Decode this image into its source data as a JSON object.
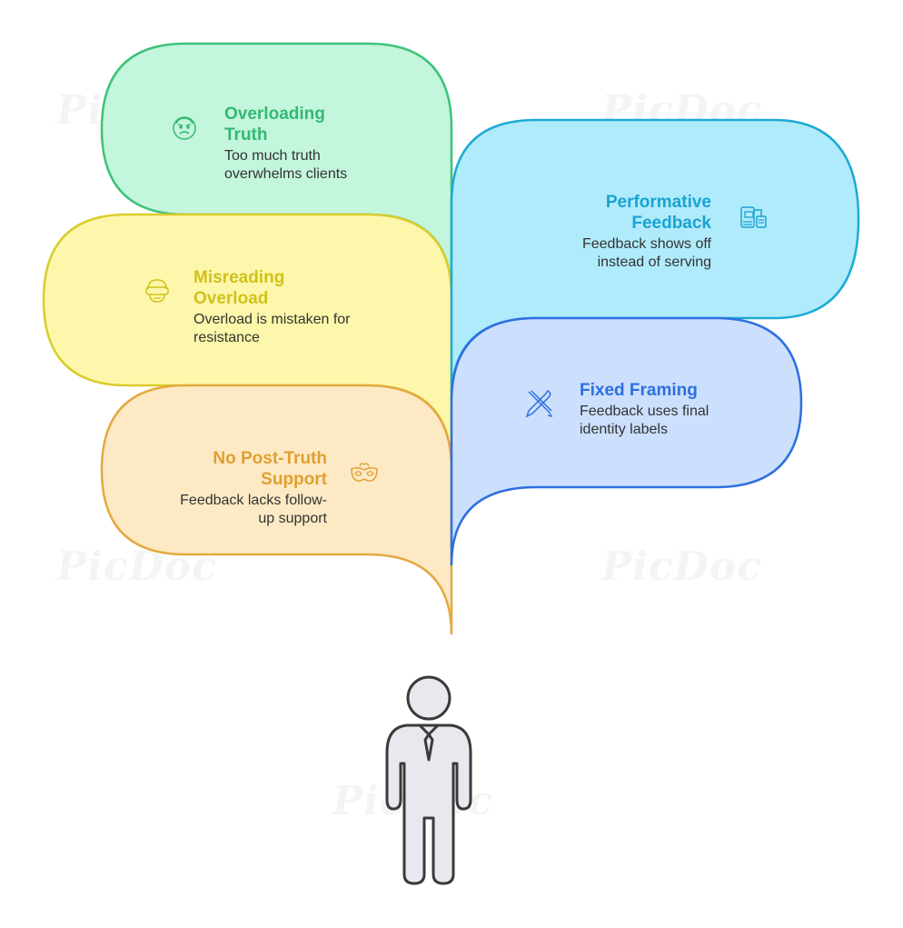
{
  "watermark": "PicDoc",
  "colors": {
    "green_fill": "#c3f6dc",
    "green_stroke": "#3fc27a",
    "green_text": "#34b873",
    "yellow_fill": "#fcf7ab",
    "yellow_stroke": "#d9cc2c",
    "yellow_text": "#d1c21a",
    "orange_fill": "#fdeac5",
    "orange_stroke": "#e4a940",
    "orange_text": "#e0a030",
    "cyan_fill": "#b0ebfb",
    "cyan_stroke": "#1eaad6",
    "cyan_text": "#1aa3d1",
    "blue_fill": "#cce0fd",
    "blue_stroke": "#2f6fe0",
    "blue_text": "#2f6fe0",
    "person_fill": "#e7e9ef",
    "person_stroke": "#3a3a3a"
  },
  "items": [
    {
      "id": "overloading-truth",
      "title": "Overloading Truth",
      "title_lines": [
        "Overloading",
        "Truth"
      ],
      "description": "Too much truth overwhelms clients",
      "desc_lines": [
        "Too much truth",
        "overwhelms clients"
      ],
      "icon": "worried-face-icon"
    },
    {
      "id": "misreading-overload",
      "title": "Misreading Overload",
      "title_lines": [
        "Misreading",
        "Overload"
      ],
      "description": "Overload is mistaken for resistance",
      "desc_lines": [
        "Overload is mistaken for",
        "resistance"
      ],
      "icon": "vr-headset-icon"
    },
    {
      "id": "no-post-truth-support",
      "title": "No Post-Truth Support",
      "title_lines": [
        "No Post-Truth",
        "Support"
      ],
      "description": "Feedback lacks follow-up support",
      "desc_lines": [
        "Feedback lacks follow-",
        "up support"
      ],
      "icon": "masquerade-mask-icon"
    },
    {
      "id": "performative-feedback",
      "title": "Performative Feedback",
      "title_lines": [
        "Performative",
        "Feedback"
      ],
      "description": "Feedback shows off instead of serving",
      "desc_lines": [
        "Feedback shows off",
        "instead of serving"
      ],
      "icon": "machine-icon"
    },
    {
      "id": "fixed-framing",
      "title": "Fixed Framing",
      "title_lines": [
        "Fixed Framing"
      ],
      "description": "Feedback uses final identity labels",
      "desc_lines": [
        "Feedback uses final",
        "identity labels"
      ],
      "icon": "crossed-tools-icon"
    }
  ],
  "person": {
    "icon": "person-icon"
  }
}
